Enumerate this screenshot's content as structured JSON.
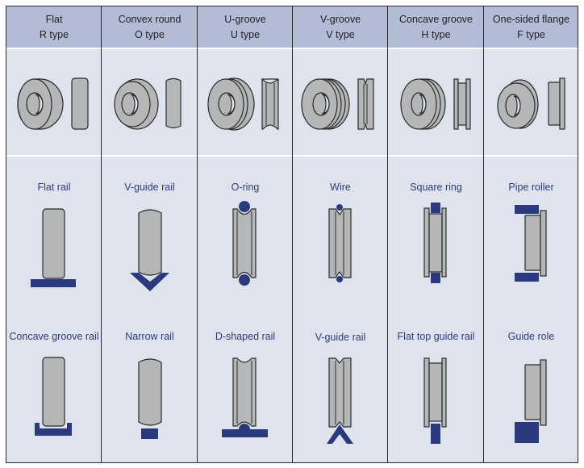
{
  "colors": {
    "header_bg": "#b3bcd7",
    "body_bg": "#dfe3ed",
    "part_gray": "#b5b6b8",
    "accent_navy": "#2b3a7e",
    "label_navy": "#2e3a7e"
  },
  "columns": [
    {
      "name": "Flat",
      "type": "R type",
      "icon": "flat-wheel-icon",
      "rail_top": "Flat rail",
      "rail_bottom": "Concave groove rail"
    },
    {
      "name": "Convex round",
      "type": "O type",
      "icon": "convex-wheel-icon",
      "rail_top": "V-guide rail",
      "rail_bottom": "Narrow rail"
    },
    {
      "name": "U-groove",
      "type": "U type",
      "icon": "u-groove-wheel-icon",
      "rail_top": "O-ring",
      "rail_bottom": "D-shaped rail"
    },
    {
      "name": "V-groove",
      "type": "V type",
      "icon": "v-groove-wheel-icon",
      "rail_top": "Wire",
      "rail_bottom": "V-guide rail"
    },
    {
      "name": "Concave groove",
      "type": "H type",
      "icon": "concave-groove-wheel-icon",
      "rail_top": "Square ring",
      "rail_bottom": "Flat top guide rail"
    },
    {
      "name": "One-sided flange",
      "type": "F type",
      "icon": "flange-wheel-icon",
      "rail_top": "Pipe roller",
      "rail_bottom": "Guide role"
    }
  ]
}
